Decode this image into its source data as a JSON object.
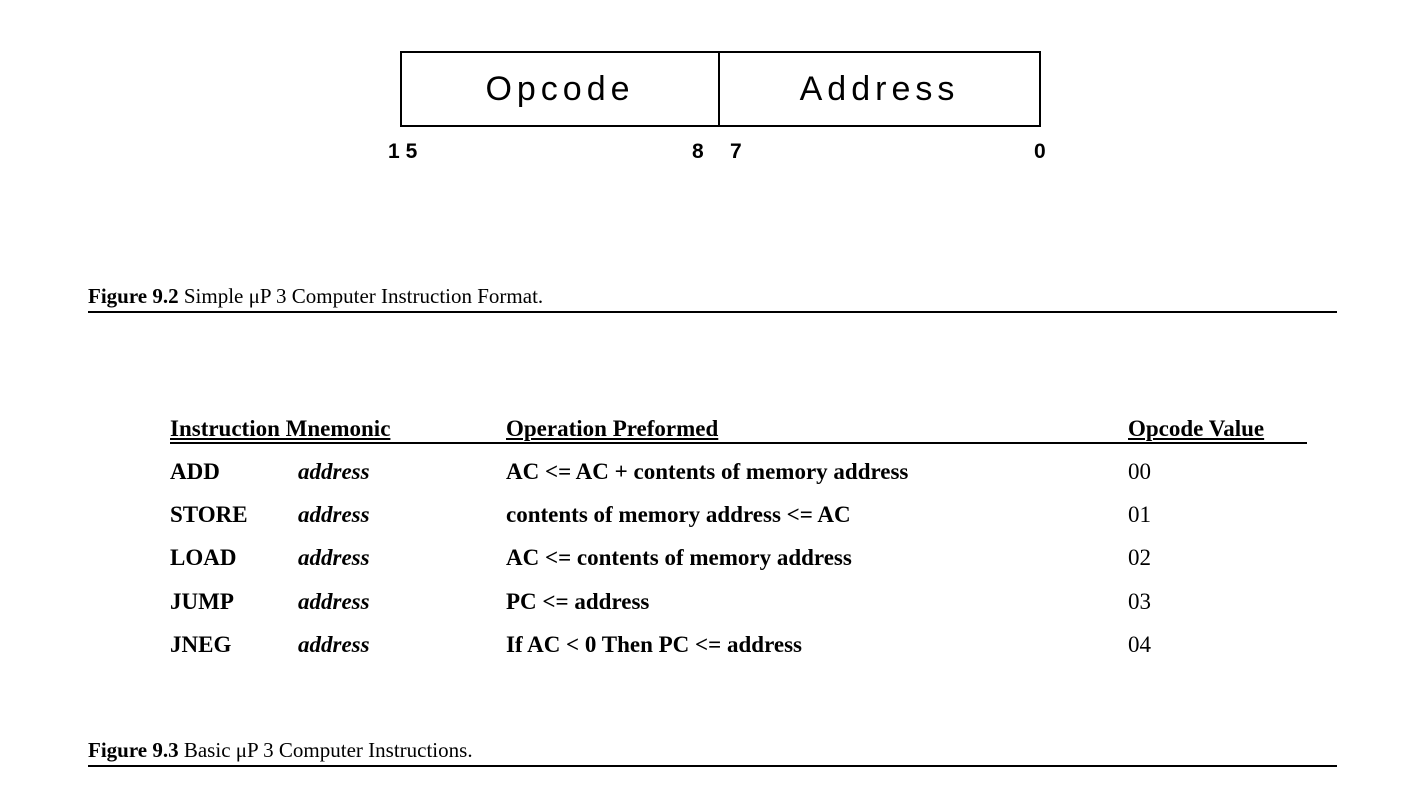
{
  "figure_9_2": {
    "fields": {
      "opcode": "Opcode",
      "address": "Address"
    },
    "bits": {
      "b15": "15",
      "b8": "8",
      "b7": "7",
      "b0": "0"
    },
    "caption_label": "Figure 9.2",
    "caption_text": " Simple μP 3 Computer Instruction Format."
  },
  "figure_9_3": {
    "headers": {
      "mnemonic": "Instruction Mnemonic",
      "operation": "Operation Preformed",
      "opcode": "Opcode Value"
    },
    "rows": [
      {
        "mnemonic": "ADD",
        "argument": "address",
        "operation": "AC <= AC + contents of memory address",
        "opcode": "00"
      },
      {
        "mnemonic": "STORE",
        "argument": "address",
        "operation": "contents of memory address <= AC",
        "opcode": "01"
      },
      {
        "mnemonic": "LOAD",
        "argument": "address",
        "operation": "AC <= contents of memory address",
        "opcode": "02"
      },
      {
        "mnemonic": "JUMP",
        "argument": "address",
        "operation": "PC <= address",
        "opcode": "03"
      },
      {
        "mnemonic": "JNEG",
        "argument": "address",
        "operation": "If AC < 0 Then PC <= address",
        "opcode": "04"
      }
    ],
    "caption_label": "Figure 9.3",
    "caption_text": " Basic μP 3  Computer Instructions."
  }
}
